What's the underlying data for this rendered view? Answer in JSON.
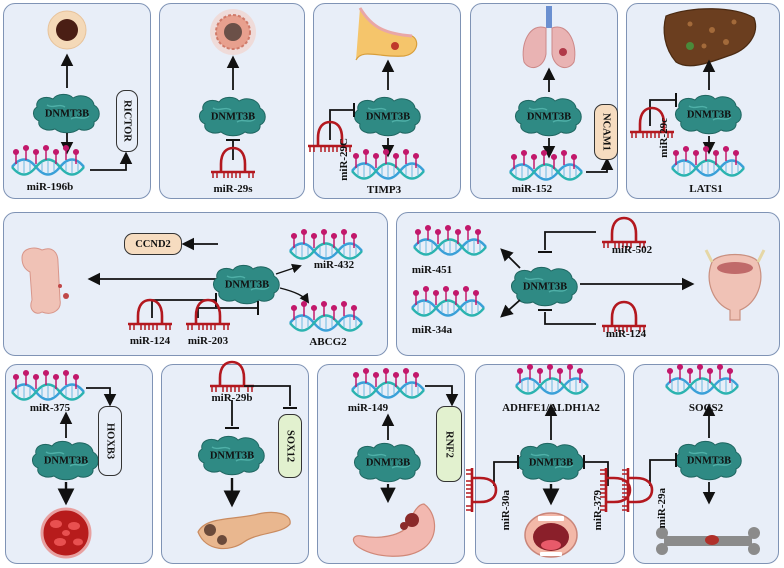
{
  "enzyme": "DNMT3B",
  "panels": {
    "p1": {
      "mirna": "miR-196b",
      "target": "RICTOR"
    },
    "p2": {
      "mirna": "miR-29s"
    },
    "p3": {
      "mirna": "miR-29C",
      "gene": "TIMP3"
    },
    "p4": {
      "mirna": "miR-152",
      "target": "NCAM1"
    },
    "p5": {
      "mirna": "miR-29c",
      "gene": "LATS1"
    },
    "p6": {
      "target": "CCND2",
      "mirna_up": "miR-432",
      "gene": "ABCG2",
      "mirna_a": "miR-124",
      "mirna_b": "miR-203"
    },
    "p7": {
      "mirna_in": "miR-502",
      "mirna_in2": "miR-124",
      "gene_a": "miR-451",
      "gene_b": "miR-34a"
    },
    "p8": {
      "mirna": "miR-375",
      "target": "HOXB3"
    },
    "p9": {
      "mirna": "miR-29b",
      "target": "SOX12"
    },
    "p10": {
      "mirna": "miR-149",
      "target": "RNF2"
    },
    "p11": {
      "gene": "ADHFE1/ALDH1A2",
      "mirna_a": "miR-30a",
      "mirna_b": "miR-379"
    },
    "p12": {
      "gene": "SOCS2",
      "mirna": "miR-29a"
    }
  },
  "colors": {
    "panel_bg": "#e8eef8",
    "panel_border": "#7f93b5",
    "enzyme": "#2f8a84",
    "dna_blue": "#3aa0d8",
    "dna_teal": "#2bb3b0",
    "methyl": "#c2186b",
    "mirna": "#b3181f",
    "pill_orange": "#f6dcc0",
    "pill_green": "#e2f1cf",
    "pill_blue": "#e8eef8"
  }
}
